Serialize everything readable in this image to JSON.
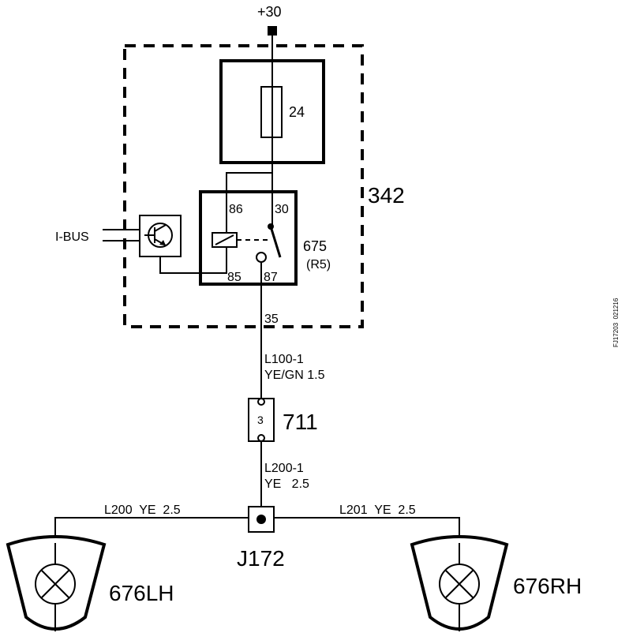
{
  "supply": {
    "label": "+30"
  },
  "module": {
    "label": "342"
  },
  "fuse": {
    "label": "24"
  },
  "relay": {
    "label": "675",
    "sublabel": "(R5)",
    "pins": {
      "p86": "86",
      "p30": "30",
      "p85": "85",
      "p87": "87"
    }
  },
  "ibus": {
    "label": "I-BUS"
  },
  "module_pin": {
    "label": "35"
  },
  "wire_upper": {
    "id": "L100-1",
    "spec": "YE/GN 1.5"
  },
  "connector": {
    "label": "711",
    "pin": "3"
  },
  "wire_lower": {
    "id": "L200-1",
    "spec": "YE   2.5"
  },
  "wire_left": {
    "label": "L200  YE  2.5"
  },
  "wire_right": {
    "label": "L201  YE  2.5"
  },
  "junction": {
    "label": "J172"
  },
  "lamp_left": {
    "label": "676LH"
  },
  "lamp_right": {
    "label": "676RH"
  },
  "figure_id": {
    "label": "FJ17203  021216"
  }
}
